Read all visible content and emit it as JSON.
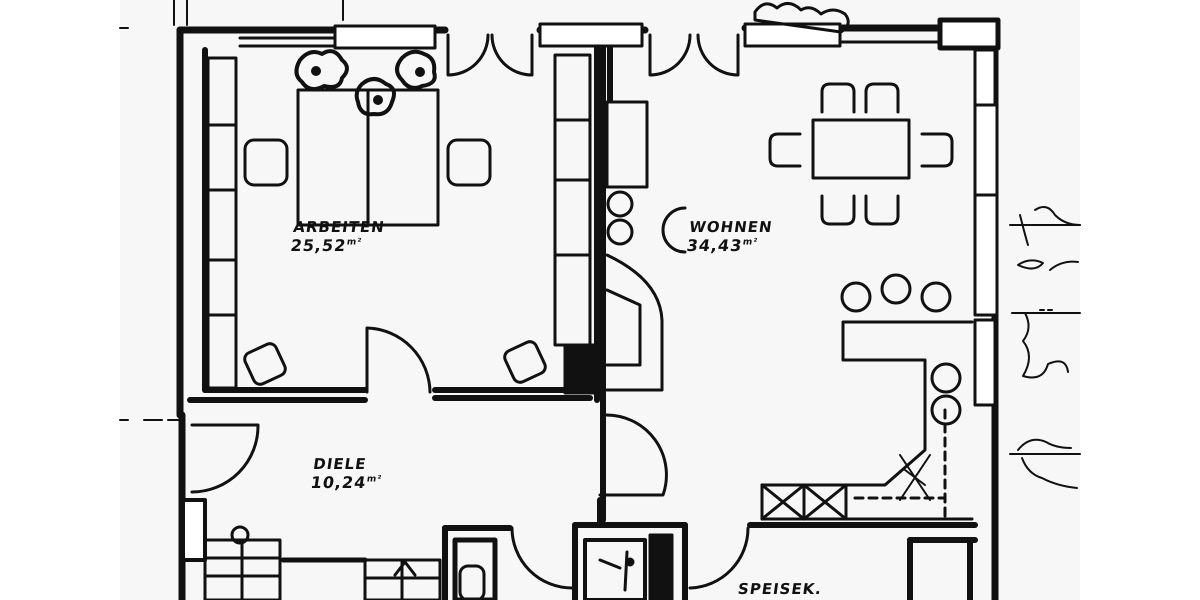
{
  "plan": {
    "type": "floor-plan",
    "colors": {
      "ink": "#111111",
      "paper": "#f7f7f7",
      "background": "#ffffff"
    },
    "rooms": [
      {
        "id": "arbeiten",
        "name": "ARBEITEN",
        "area": "25,52",
        "unit": "m²"
      },
      {
        "id": "wohnen",
        "name": "WOHNEN",
        "area": "34,43",
        "unit": "m²"
      },
      {
        "id": "diele",
        "name": "DIELE",
        "area": "10,24",
        "unit": "m²"
      },
      {
        "id": "speisek",
        "name": "SPEISEK.",
        "area": "",
        "unit": ""
      }
    ],
    "furniture": {
      "arbeiten": [
        "double-bed",
        "nightstand",
        "nightstand",
        "armchair",
        "armchair",
        "shelf-unit",
        "plants"
      ],
      "wohnen": [
        "dining-table",
        "chair",
        "chair",
        "chair",
        "chair",
        "chair",
        "chair",
        "sideboard",
        "fireplace",
        "stools",
        "kitchen-counter"
      ],
      "diele": [
        "staircase",
        "entrance-door"
      ]
    }
  }
}
